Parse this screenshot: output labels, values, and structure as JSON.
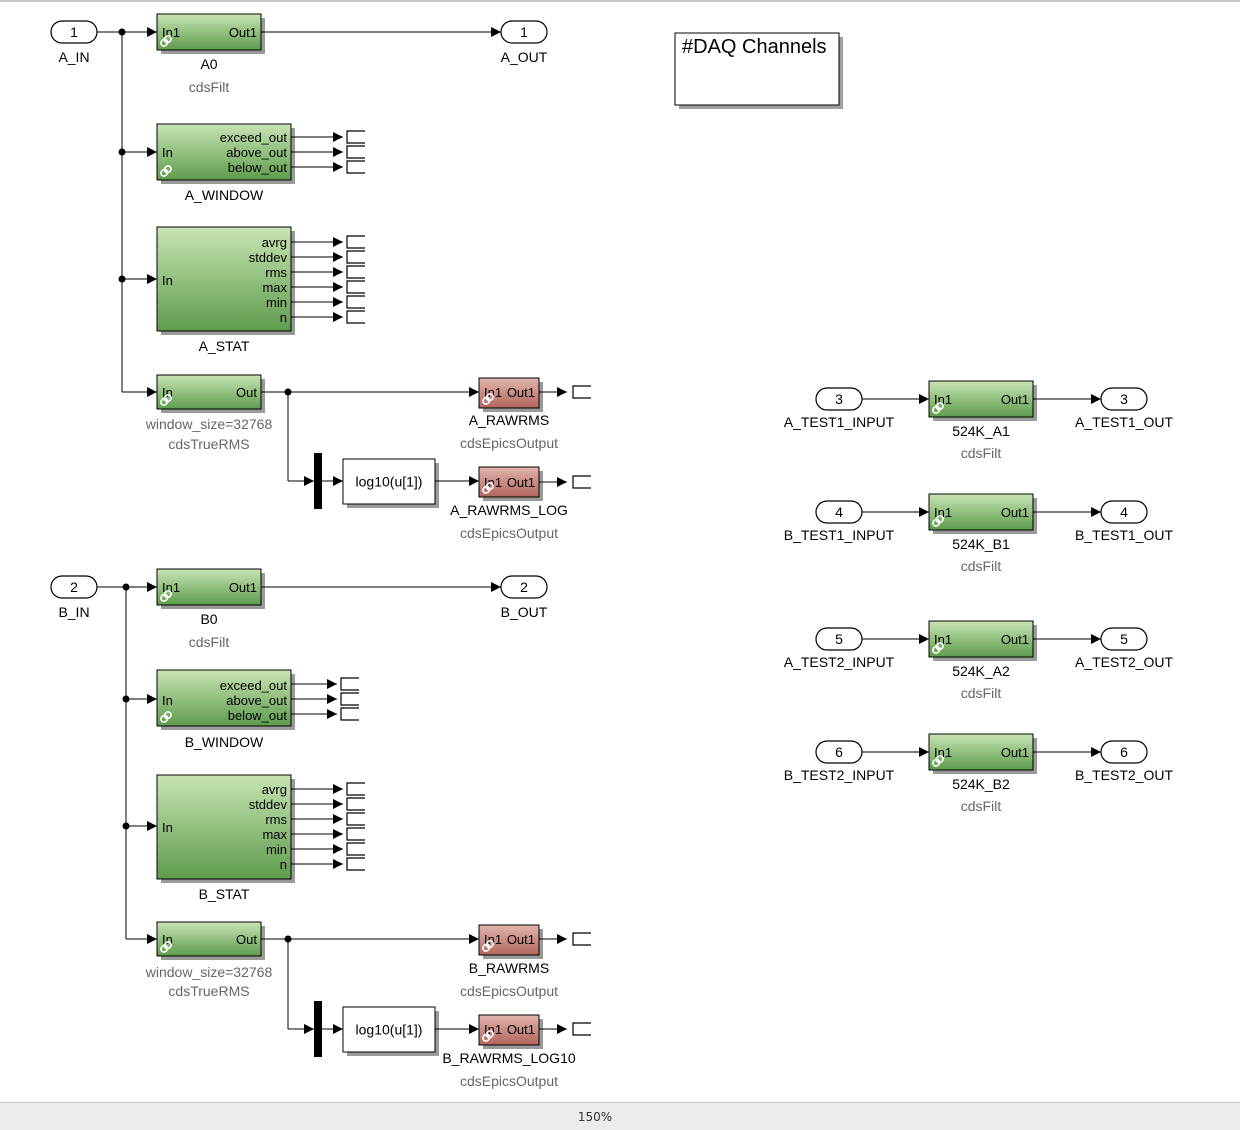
{
  "diagram": {
    "colors": {
      "block_green_top": "#c8e4b4",
      "block_green_bottom": "#5e9c4c",
      "block_red_top": "#e2b5ad",
      "block_red_bottom": "#b0655c",
      "line": "#000000",
      "library_label": "#666666"
    },
    "annotation": {
      "text": "#DAQ Channels"
    },
    "ports": [
      {
        "id": "p-a-in",
        "number": "1",
        "name": "A_IN"
      },
      {
        "id": "p-a-out",
        "number": "1",
        "name": "A_OUT"
      },
      {
        "id": "p-b-in",
        "number": "2",
        "name": "B_IN"
      },
      {
        "id": "p-b-out",
        "number": "2",
        "name": "B_OUT"
      },
      {
        "id": "p-at1-in",
        "number": "3",
        "name": "A_TEST1_INPUT"
      },
      {
        "id": "p-at1-out",
        "number": "3",
        "name": "A_TEST1_OUT"
      },
      {
        "id": "p-bt1-in",
        "number": "4",
        "name": "B_TEST1_INPUT"
      },
      {
        "id": "p-bt1-out",
        "number": "4",
        "name": "B_TEST1_OUT"
      },
      {
        "id": "p-at2-in",
        "number": "5",
        "name": "A_TEST2_INPUT"
      },
      {
        "id": "p-at2-out",
        "number": "5",
        "name": "A_TEST2_OUT"
      },
      {
        "id": "p-bt2-in",
        "number": "6",
        "name": "B_TEST2_INPUT"
      },
      {
        "id": "p-bt2-out",
        "number": "6",
        "name": "B_TEST2_OUT"
      }
    ],
    "blocks": [
      {
        "id": "a0",
        "name": "A0",
        "library": "cdsFilt",
        "color": "green",
        "link": true,
        "inputs": [
          "In1"
        ],
        "outputs": [
          "Out1"
        ]
      },
      {
        "id": "a-window",
        "name": "A_WINDOW",
        "library": "",
        "color": "green",
        "link": true,
        "inputs": [
          "In"
        ],
        "outputs": [
          "exceed_out",
          "above_out",
          "below_out"
        ]
      },
      {
        "id": "a-stat",
        "name": "A_STAT",
        "library": "",
        "color": "green",
        "link": false,
        "inputs": [
          "In"
        ],
        "outputs": [
          "avrg",
          "stddev",
          "rms",
          "max",
          "min",
          "n"
        ]
      },
      {
        "id": "a-truerms",
        "name": "window_size=32768",
        "library": "cdsTrueRMS",
        "color": "green",
        "link": true,
        "inputs": [
          "In"
        ],
        "outputs": [
          "Out"
        ]
      },
      {
        "id": "a-rawrms",
        "name": "A_RAWRMS",
        "library": "cdsEpicsOutput",
        "color": "red",
        "link": true,
        "inputs": [
          "In1"
        ],
        "outputs": [
          "Out1"
        ]
      },
      {
        "id": "a-log",
        "name": "",
        "library": "",
        "color": "white",
        "link": false,
        "expression": "log10(u[1])"
      },
      {
        "id": "a-rawrms-log",
        "name": "A_RAWRMS_LOG",
        "library": "cdsEpicsOutput",
        "color": "red",
        "link": true,
        "inputs": [
          "In1"
        ],
        "outputs": [
          "Out1"
        ]
      },
      {
        "id": "b0",
        "name": "B0",
        "library": "cdsFilt",
        "color": "green",
        "link": true,
        "inputs": [
          "In1"
        ],
        "outputs": [
          "Out1"
        ]
      },
      {
        "id": "b-window",
        "name": "B_WINDOW",
        "library": "",
        "color": "green",
        "link": true,
        "inputs": [
          "In"
        ],
        "outputs": [
          "exceed_out",
          "above_out",
          "below_out"
        ]
      },
      {
        "id": "b-stat",
        "name": "B_STAT",
        "library": "",
        "color": "green",
        "link": false,
        "inputs": [
          "In"
        ],
        "outputs": [
          "avrg",
          "stddev",
          "rms",
          "max",
          "min",
          "n"
        ]
      },
      {
        "id": "b-truerms",
        "name": "window_size=32768",
        "library": "cdsTrueRMS",
        "color": "green",
        "link": true,
        "inputs": [
          "In"
        ],
        "outputs": [
          "Out"
        ]
      },
      {
        "id": "b-rawrms",
        "name": "B_RAWRMS",
        "library": "cdsEpicsOutput",
        "color": "red",
        "link": true,
        "inputs": [
          "In1"
        ],
        "outputs": [
          "Out1"
        ]
      },
      {
        "id": "b-log",
        "name": "",
        "library": "",
        "color": "white",
        "link": false,
        "expression": "log10(u[1])"
      },
      {
        "id": "b-rawrms-log10",
        "name": "B_RAWRMS_LOG10",
        "library": "cdsEpicsOutput",
        "color": "red",
        "link": true,
        "inputs": [
          "In1"
        ],
        "outputs": [
          "Out1"
        ]
      },
      {
        "id": "k-a1",
        "name": "524K_A1",
        "library": "cdsFilt",
        "color": "green",
        "link": true,
        "inputs": [
          "In1"
        ],
        "outputs": [
          "Out1"
        ]
      },
      {
        "id": "k-b1",
        "name": "524K_B1",
        "library": "cdsFilt",
        "color": "green",
        "link": true,
        "inputs": [
          "In1"
        ],
        "outputs": [
          "Out1"
        ]
      },
      {
        "id": "k-a2",
        "name": "524K_A2",
        "library": "cdsFilt",
        "color": "green",
        "link": true,
        "inputs": [
          "In1"
        ],
        "outputs": [
          "Out1"
        ]
      },
      {
        "id": "k-b2",
        "name": "524K_B2",
        "library": "cdsFilt",
        "color": "green",
        "link": true,
        "inputs": [
          "In1"
        ],
        "outputs": [
          "Out1"
        ]
      }
    ],
    "connections": [
      {
        "from": "A_IN",
        "to": "A0"
      },
      {
        "from": "A_IN",
        "to": "A_WINDOW"
      },
      {
        "from": "A_IN",
        "to": "A_STAT"
      },
      {
        "from": "A_IN",
        "to": "cdsTrueRMS"
      },
      {
        "from": "A0",
        "to": "A_OUT"
      },
      {
        "from": "cdsTrueRMS",
        "to": "A_RAWRMS"
      },
      {
        "from": "cdsTrueRMS",
        "to": "log10(u[1])"
      },
      {
        "from": "log10(u[1])",
        "to": "A_RAWRMS_LOG"
      },
      {
        "from": "B_IN",
        "to": "B0"
      },
      {
        "from": "B_IN",
        "to": "B_WINDOW"
      },
      {
        "from": "B_IN",
        "to": "B_STAT"
      },
      {
        "from": "B_IN",
        "to": "cdsTrueRMS"
      },
      {
        "from": "B0",
        "to": "B_OUT"
      },
      {
        "from": "cdsTrueRMS",
        "to": "B_RAWRMS"
      },
      {
        "from": "cdsTrueRMS",
        "to": "log10(u[1])"
      },
      {
        "from": "log10(u[1])",
        "to": "B_RAWRMS_LOG10"
      },
      {
        "from": "A_TEST1_INPUT",
        "to": "524K_A1"
      },
      {
        "from": "524K_A1",
        "to": "A_TEST1_OUT"
      },
      {
        "from": "B_TEST1_INPUT",
        "to": "524K_B1"
      },
      {
        "from": "524K_B1",
        "to": "B_TEST1_OUT"
      },
      {
        "from": "A_TEST2_INPUT",
        "to": "524K_A2"
      },
      {
        "from": "524K_A2",
        "to": "A_TEST2_OUT"
      },
      {
        "from": "B_TEST2_INPUT",
        "to": "524K_B2"
      },
      {
        "from": "524K_B2",
        "to": "B_TEST2_OUT"
      }
    ]
  },
  "statusbar": {
    "zoom": "150%"
  }
}
